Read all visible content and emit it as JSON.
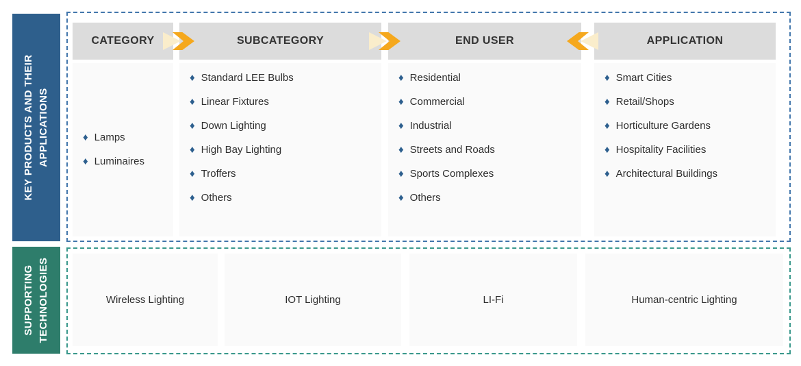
{
  "palette": {
    "sidebar_blue": "#2E5F8C",
    "sidebar_green": "#2E7D6B",
    "dashed_blue": "#4377AC",
    "dashed_teal": "#39988B",
    "header_gray": "#DCDCDC",
    "cell_gray": "#FAFAFA",
    "arrow_gold": "#F5A81D",
    "arrow_cream": "#FAEDCB",
    "diamond_blue": "#2D5F8E",
    "text_dark": "#2E2E2E"
  },
  "sections": {
    "products": {
      "sidebar_lines": [
        "KEY PRODUCTS AND THEIR",
        "APPLICATIONS"
      ],
      "bullet": "♦",
      "columns": [
        {
          "header": "CATEGORY",
          "items": [
            "Lamps",
            "Luminaires"
          ]
        },
        {
          "header": "SUBCATEGORY",
          "items": [
            "Standard LEE Bulbs",
            "Linear Fixtures",
            "Down Lighting",
            "High Bay Lighting",
            "Troffers",
            "Others"
          ]
        },
        {
          "header": "END USER",
          "items": [
            "Residential",
            "Commercial",
            "Industrial",
            "Streets and Roads",
            "Sports Complexes",
            "Others"
          ]
        },
        {
          "header": "APPLICATION",
          "items": [
            "Smart Cities",
            "Retail/Shops",
            "Horticulture Gardens",
            "Hospitality Facilities",
            "Architectural Buildings"
          ]
        }
      ],
      "arrows": [
        {
          "between": "category-subcategory",
          "direction": "right"
        },
        {
          "between": "subcategory-enduser",
          "direction": "right"
        },
        {
          "between": "enduser-application",
          "direction": "left"
        }
      ]
    },
    "technologies": {
      "sidebar_lines": [
        "SUPPORTING",
        "TECHNOLOGIES"
      ],
      "boxes": [
        "Wireless Lighting",
        "IOT Lighting",
        "LI-Fi",
        "Human-centric Lighting"
      ]
    }
  }
}
